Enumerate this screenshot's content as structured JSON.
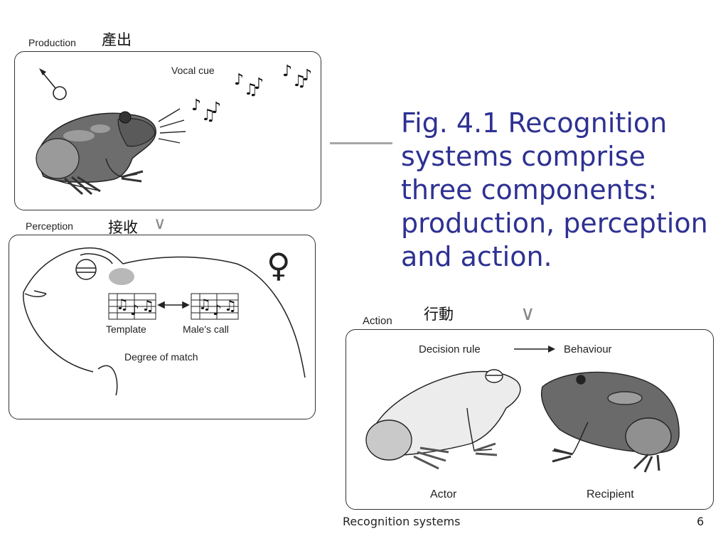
{
  "production": {
    "label": "Production",
    "label_cn": "產出",
    "cue": "Vocal cue"
  },
  "perception": {
    "label": "Perception",
    "label_cn": "接收",
    "template": "Template",
    "call": "Male's call",
    "match": "Degree of match"
  },
  "action": {
    "label": "Action",
    "label_cn": "行動",
    "rule": "Decision rule",
    "behaviour": "Behaviour",
    "actor": "Actor",
    "recipient": "Recipient"
  },
  "caption": "Fig. 4.1 Recognition systems comprise three components: production, perception and action.",
  "footer": {
    "title": "Recognition systems",
    "page": "6"
  },
  "symbols": {
    "female": "♀",
    "check": "∨"
  },
  "colors": {
    "caption": "#2e3192",
    "frog_dark": "#6d6d6d",
    "frog_light": "#e9e9e9"
  }
}
